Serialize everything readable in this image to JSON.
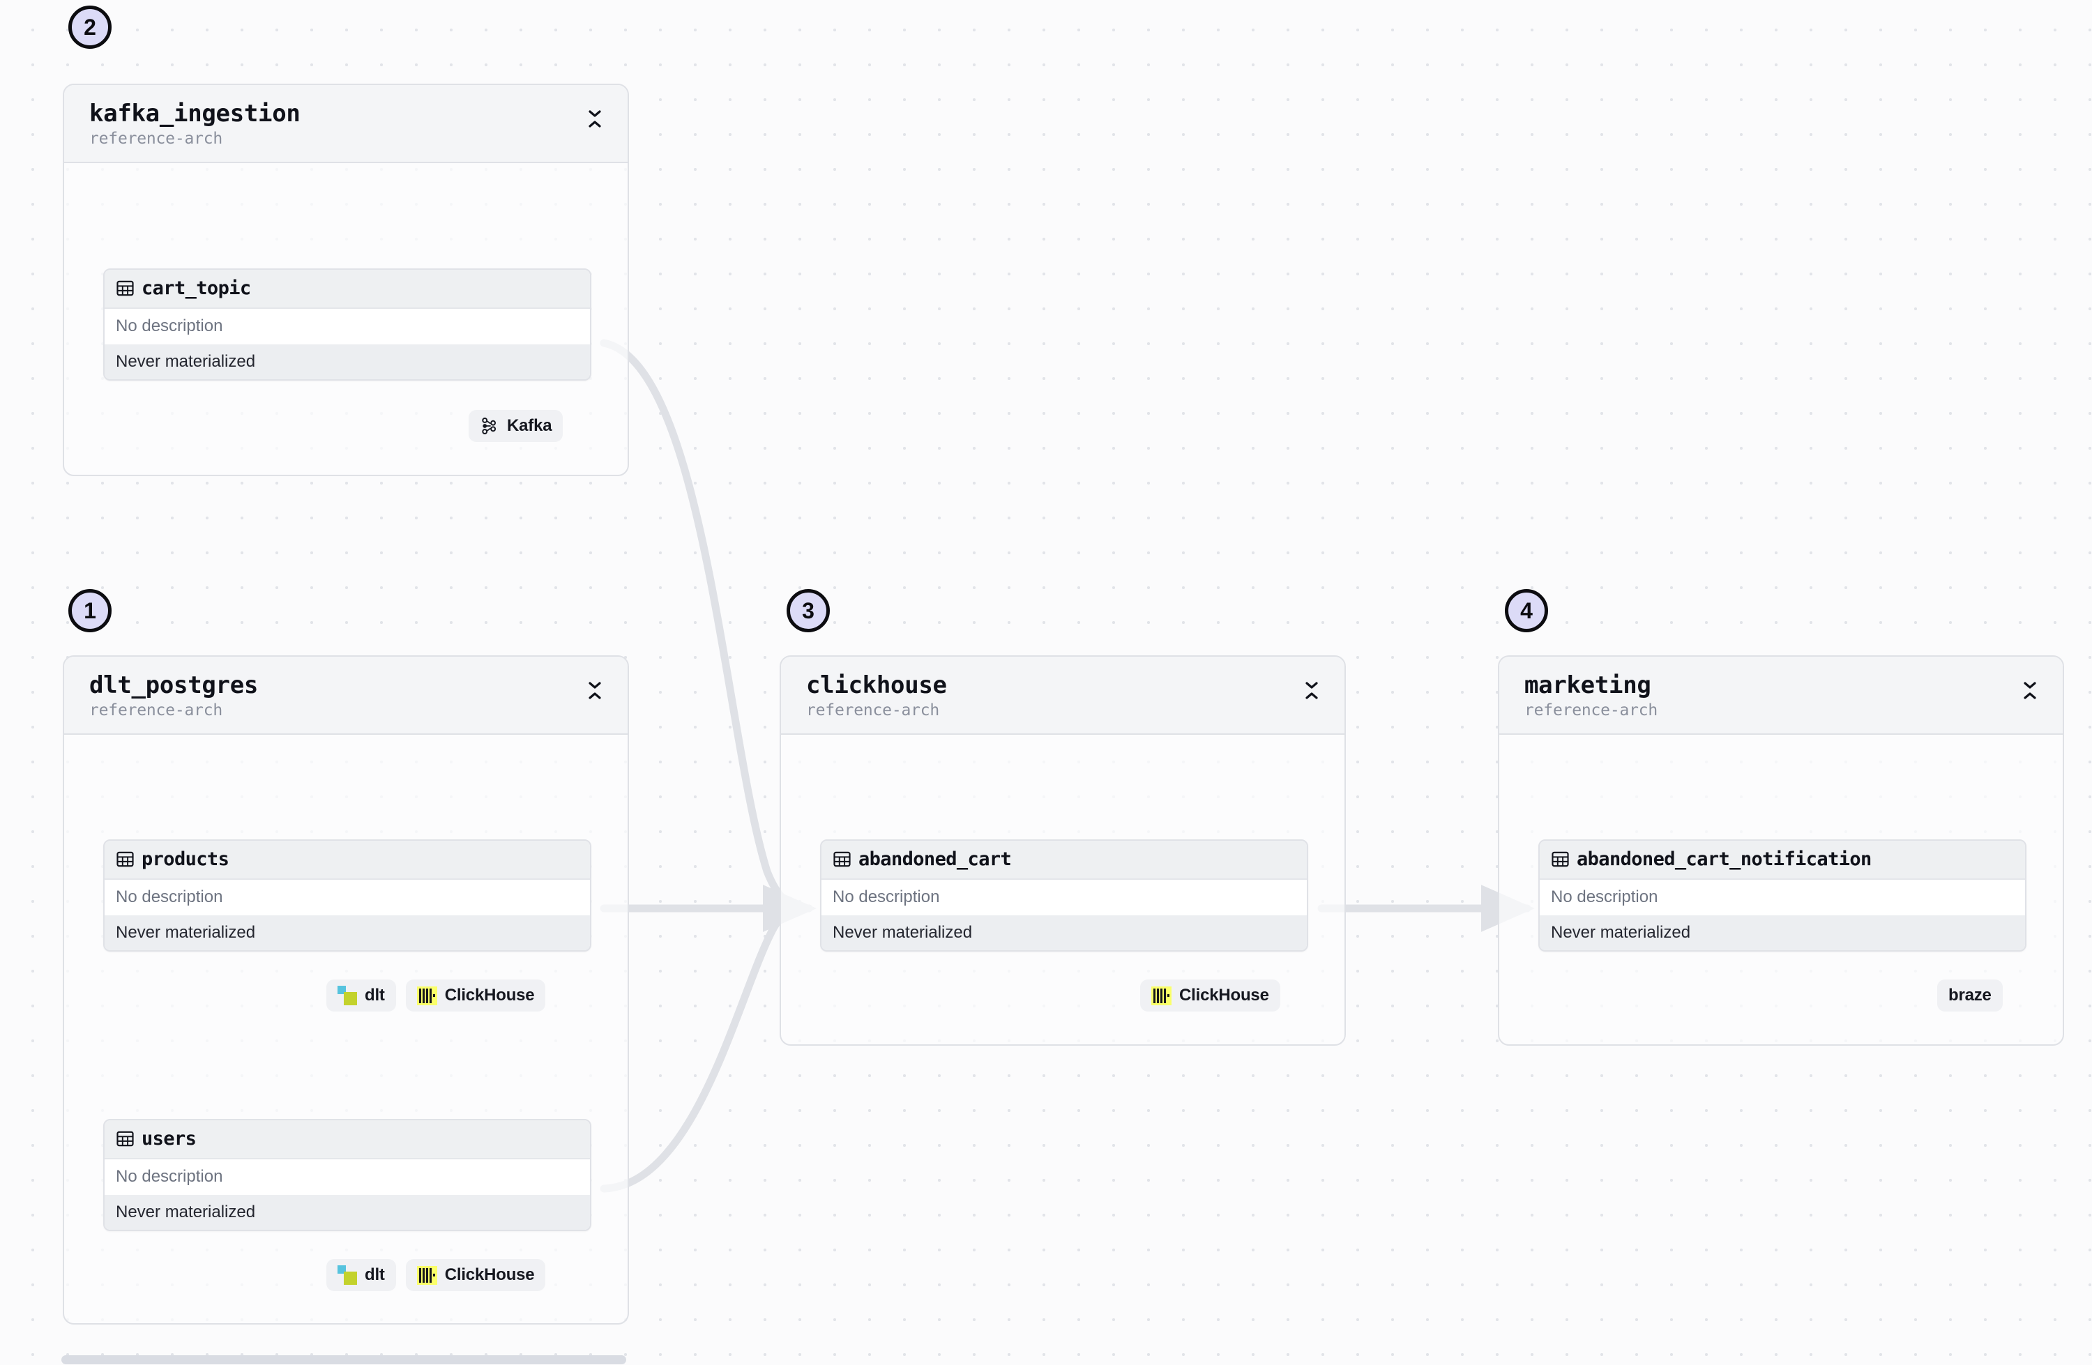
{
  "canvas": {
    "background_color": "#fbfbfc",
    "grid_dot_color": "#e2e4e9",
    "edge_color": "#dfe1e6"
  },
  "labels": {
    "no_description": "No description",
    "never_materialized": "Never materialized"
  },
  "groups": [
    {
      "id": "kafka_ingestion",
      "step": "2",
      "title": "kafka_ingestion",
      "subtitle": "reference-arch",
      "collapse_icon": "collapse-chevrons-icon",
      "tables": [
        {
          "id": "cart_topic",
          "name": "cart_topic",
          "icon": "table-grid-icon",
          "description": "No description",
          "materialization": "Never materialized"
        }
      ],
      "chips": [
        {
          "label": "Kafka",
          "logo": "kafka-icon"
        }
      ]
    },
    {
      "id": "dlt_postgres",
      "step": "1",
      "title": "dlt_postgres",
      "subtitle": "reference-arch",
      "collapse_icon": "collapse-chevrons-icon",
      "tables": [
        {
          "id": "products",
          "name": "products",
          "icon": "table-grid-icon",
          "description": "No description",
          "materialization": "Never materialized",
          "chips": [
            {
              "label": "dlt",
              "logo": "dlt-icon"
            },
            {
              "label": "ClickHouse",
              "logo": "clickhouse-icon"
            }
          ]
        },
        {
          "id": "users",
          "name": "users",
          "icon": "table-grid-icon",
          "description": "No description",
          "materialization": "Never materialized",
          "chips": [
            {
              "label": "dlt",
              "logo": "dlt-icon"
            },
            {
              "label": "ClickHouse",
              "logo": "clickhouse-icon"
            }
          ]
        }
      ]
    },
    {
      "id": "clickhouse",
      "step": "3",
      "title": "clickhouse",
      "subtitle": "reference-arch",
      "collapse_icon": "collapse-chevrons-icon",
      "tables": [
        {
          "id": "abandoned_cart",
          "name": "abandoned_cart",
          "icon": "table-grid-icon",
          "description": "No description",
          "materialization": "Never materialized"
        }
      ],
      "chips": [
        {
          "label": "ClickHouse",
          "logo": "clickhouse-icon"
        }
      ]
    },
    {
      "id": "marketing",
      "step": "4",
      "title": "marketing",
      "subtitle": "reference-arch",
      "collapse_icon": "collapse-chevrons-icon",
      "tables": [
        {
          "id": "abandoned_cart_notification",
          "name": "abandoned_cart_notification",
          "icon": "table-grid-icon",
          "description": "No description",
          "materialization": "Never materialized"
        }
      ],
      "chips": [
        {
          "label": "braze",
          "logo": "none"
        }
      ]
    }
  ],
  "edges": [
    {
      "from": "cart_topic",
      "to": "abandoned_cart",
      "style": "curve"
    },
    {
      "from": "products",
      "to": "abandoned_cart",
      "style": "straight"
    },
    {
      "from": "users",
      "to": "abandoned_cart",
      "style": "curve"
    },
    {
      "from": "abandoned_cart",
      "to": "abandoned_cart_notification",
      "style": "straight"
    }
  ]
}
